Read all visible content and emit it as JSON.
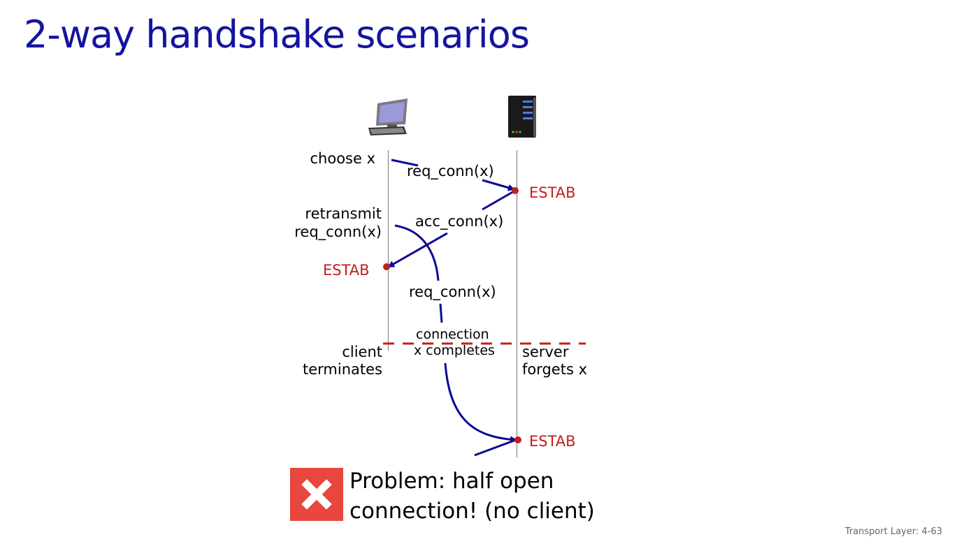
{
  "title": "2-way handshake scenarios",
  "footer": "Transport Layer: 4-63",
  "colors": {
    "title": "#1414a0",
    "arrow": "#0a0a96",
    "state": "#c0201e",
    "problem_icon": "#e8463f"
  },
  "icons": {
    "client": "desktop-computer-icon",
    "server": "server-rack-icon",
    "problem": "x-mark-icon"
  },
  "labels": {
    "choose_x": "choose x",
    "req_conn_1": "req_conn(x)",
    "estab_server_1": "ESTAB",
    "retransmit_line1": "retransmit",
    "retransmit_line2": "req_conn(x)",
    "acc_conn": "acc_conn(x)",
    "estab_client": "ESTAB",
    "req_conn_2": "req_conn(x)",
    "connection_completes_line1": "connection",
    "connection_completes_line2": "x completes",
    "client_terminates_line1": "client",
    "client_terminates_line2": "terminates",
    "server_forgets_line1": "server",
    "server_forgets_line2": "forgets x",
    "estab_server_2": "ESTAB"
  },
  "problem": {
    "line1": "Problem: half open",
    "line2": "connection! (no client)"
  }
}
